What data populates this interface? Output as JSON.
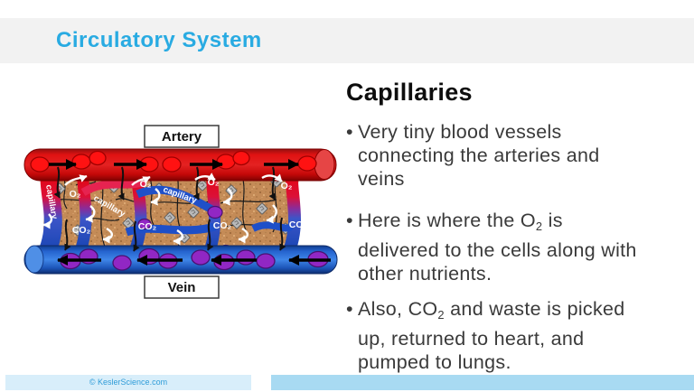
{
  "header": {
    "title": "Circulatory System",
    "accent_color": "#29ABE2"
  },
  "content": {
    "heading": "Capillaries",
    "bullets": [
      {
        "pre": "Very tiny blood vessels connecting the arteries and veins",
        "sub": "",
        "post": ""
      },
      {
        "pre": "Here is where the O",
        "sub": "2",
        "post": " is delivered to the cells along with other nutrients."
      },
      {
        "pre": "Also, CO",
        "sub": "2",
        "post": " and waste is picked up, returned to heart, and pumped to lungs."
      }
    ]
  },
  "diagram": {
    "artery_label": "Artery",
    "vein_label": "Vein",
    "capillary_label": "capillary",
    "o2_label": "O₂",
    "co2_label": "CO₂",
    "colors": {
      "artery": "#D80000",
      "vein": "#1E5FCC",
      "tissue": "#C48B57",
      "blood_cell": "#FF1212",
      "vein_cell": "#9127C4"
    }
  },
  "footer": {
    "credit": "© KeslerScience.com"
  }
}
